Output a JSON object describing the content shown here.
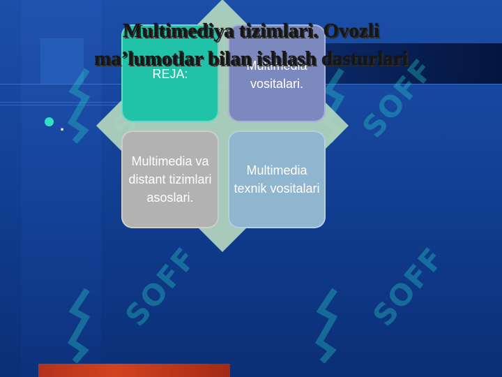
{
  "slide": {
    "title_line1": "Multimediya tizimlari. Ovozli",
    "title_line2": "ma’lumotlar bilan ishlash dasturlari",
    "bullet_text": "."
  },
  "diagram": {
    "boxes": [
      {
        "label": "REJA:",
        "color": "#20c3a7"
      },
      {
        "label": "Multimedia vositalari.",
        "color": "#7c89be"
      },
      {
        "label": "Multimedia va distant tizimlari asoslari.",
        "color": "#b2b2b2"
      },
      {
        "label": "Multimedia texnik vositalari",
        "color": "#8fb5cf"
      }
    ],
    "diamond_color": "#b4d7be"
  },
  "watermark": {
    "text": "SOFF",
    "color": "#28d2c8"
  },
  "colors": {
    "background": "#15449a",
    "accent_bar": "#d2431f",
    "bullet": "#34e0c4"
  }
}
